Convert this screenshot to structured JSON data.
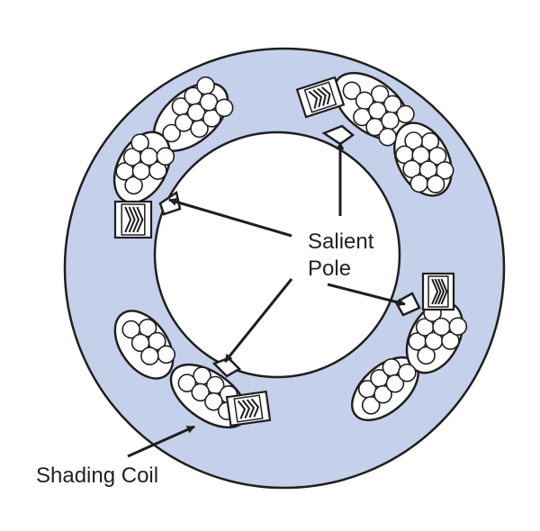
{
  "labels": {
    "salient_pole_line1": "Salient",
    "salient_pole_line2": "Pole",
    "shading_coil": "Shading Coil"
  },
  "colors": {
    "stator_fill": "#c5d0ea",
    "outline": "#1e1e1e",
    "slot_fill": "#ffffff",
    "bore_fill": "#ffffff",
    "text": "#222222"
  }
}
